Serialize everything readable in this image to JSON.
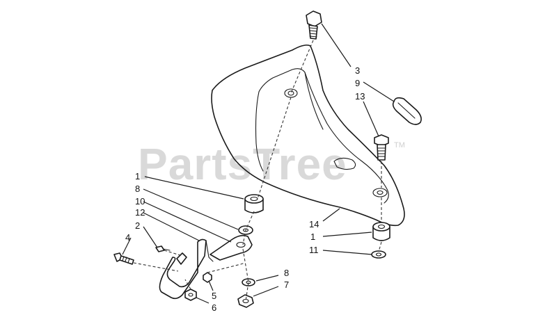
{
  "watermark": {
    "text": "PartsTree",
    "tm": "TM"
  },
  "callouts": {
    "c3": "3",
    "c9": "9",
    "c13": "13",
    "c1a": "1",
    "c8a": "8",
    "c10": "10",
    "c12": "12",
    "c2": "2",
    "c4": "4",
    "c5": "5",
    "c6": "6",
    "c8b": "8",
    "c7": "7",
    "c14": "14",
    "c1b": "1",
    "c11": "11"
  }
}
